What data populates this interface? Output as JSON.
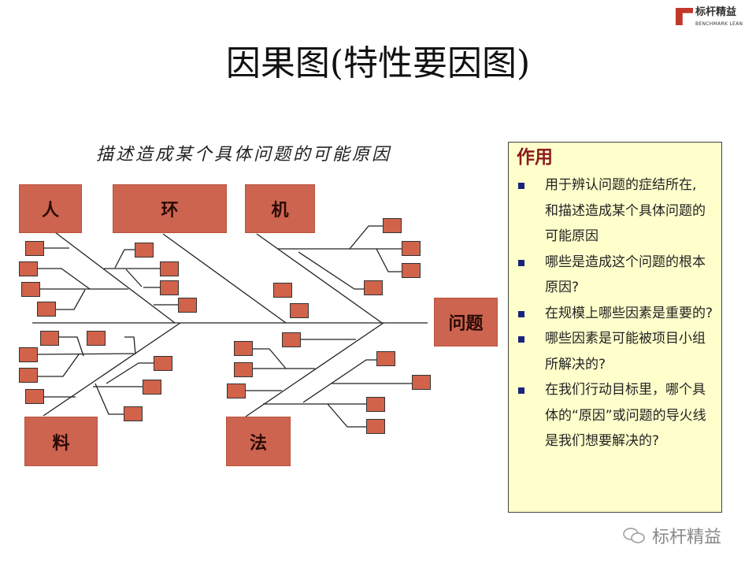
{
  "logo": {
    "cn": "标杆精益",
    "en": "BENCHMARK LEAN"
  },
  "title": "因果图(特性要因图)",
  "subtitle": "描述造成某个具体问题的可能原因",
  "diagram": {
    "categories": [
      "人",
      "环",
      "机",
      "料",
      "法"
    ],
    "effect": "问题",
    "box_color": "#cd6450"
  },
  "panel": {
    "heading": "作用",
    "items": [
      "用于辨认问题的症结所在, 和描述造成某个具体问题的可能原因",
      "哪些是造成这个问题的根本原因?",
      "在规模上哪些因素是重要的?",
      "哪些因素是可能被项目小组所解决的?",
      "在我们行动目标里，哪个具体的“原因”或问题的导火线是我们想要解决的?"
    ]
  },
  "watermark": {
    "icon": "wechat-icon",
    "text": "标杆精益"
  }
}
